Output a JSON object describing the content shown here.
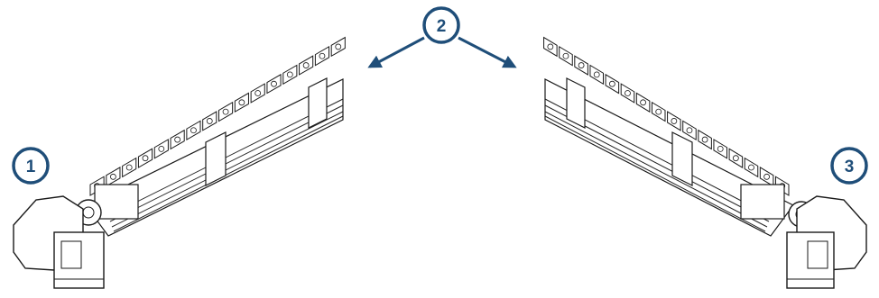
{
  "callouts": [
    {
      "id": "1",
      "label": "1"
    },
    {
      "id": "2",
      "label": "2"
    },
    {
      "id": "3",
      "label": "3"
    }
  ],
  "colors": {
    "accent": "#1f4e79",
    "line": "#1a1a1a",
    "fill": "#ffffff"
  }
}
